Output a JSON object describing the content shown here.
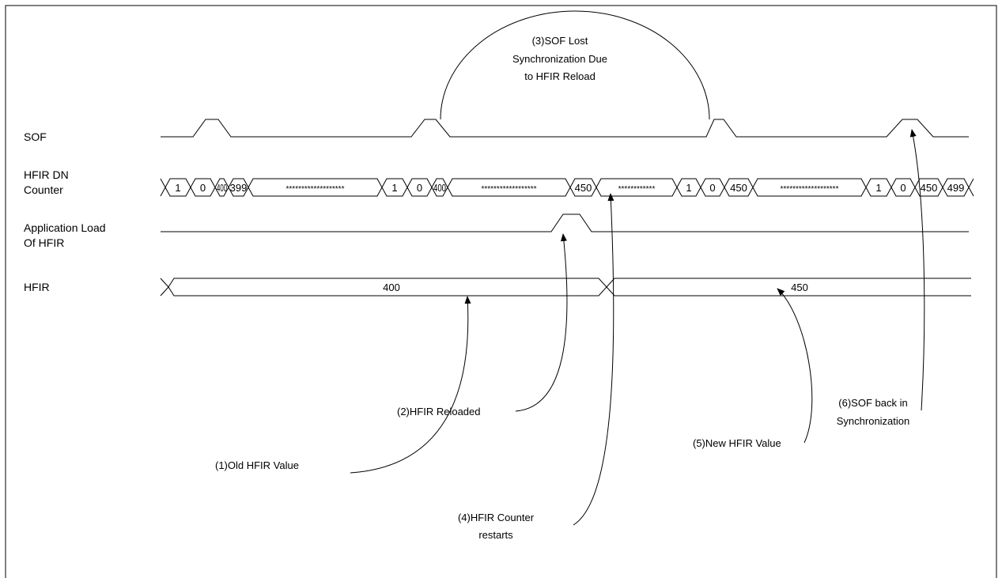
{
  "signals": {
    "sof": "SOF",
    "hfir_dn_line1": "HFIR DN",
    "hfir_dn_line2": "Counter",
    "app_load_line1": "Application Load",
    "app_load_line2": "Of HFIR",
    "hfir": "HFIR"
  },
  "counter_values": [
    "1",
    "0",
    "400",
    "399",
    "*******************",
    "1",
    "0",
    "400",
    "******************",
    "450",
    "************",
    "1",
    "0",
    "450",
    "*******************",
    "1",
    "0",
    "450",
    "499"
  ],
  "hfir_values": {
    "old": "400",
    "new": "450"
  },
  "annotations": {
    "a1": "(1)Old HFIR Value",
    "a2": "(2)HFIR Reloaded",
    "a3_line1": "(3)SOF Lost",
    "a3_line2": "Synchronization Due",
    "a3_line3": "to HFIR Reload",
    "a4_line1": "(4)HFIR Counter",
    "a4_line2": "restarts",
    "a5": "(5)New HFIR Value",
    "a6_line1": "(6)SOF back in",
    "a6_line2": "Synchronization"
  }
}
